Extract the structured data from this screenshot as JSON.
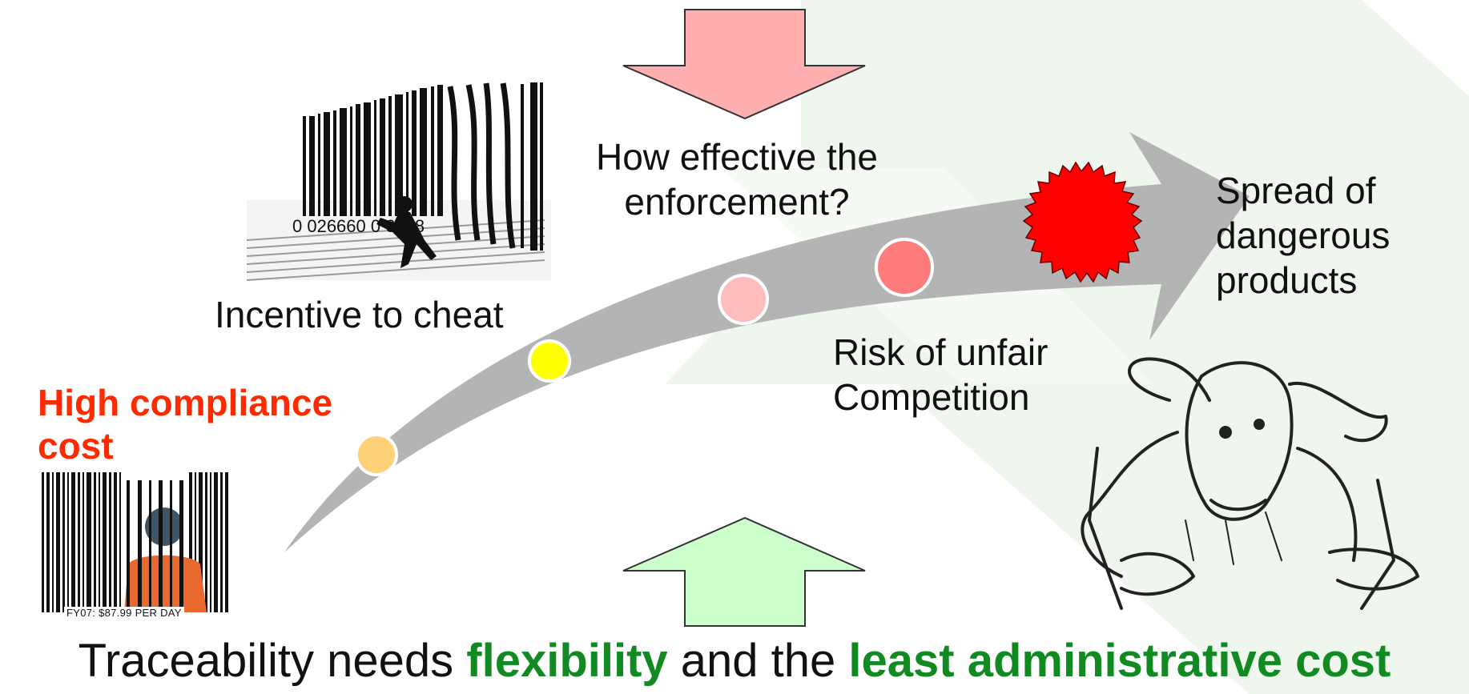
{
  "diagram": {
    "top_arrow_question": [
      "How effective the",
      "enforcement?"
    ],
    "label_incentive": "Incentive to cheat",
    "label_high_cost": [
      "High compliance",
      "cost"
    ],
    "label_risk": [
      "Risk of unfair",
      "Competition"
    ],
    "label_spread": [
      "Spread of",
      "dangerous",
      "products"
    ],
    "barcode_top_digits": "0 026660 0 6668",
    "barcode_prison_caption": "FY07: $87.99 PER DAY",
    "tagline": {
      "part1": "Traceability needs ",
      "highlight1": "flexibility",
      "part2": " and the ",
      "highlight2": "least administrative cost"
    },
    "colors": {
      "top_arrow": "#ffafaf",
      "bottom_arrow": "#ccffcc",
      "curve_arrow": "#b4b4b4",
      "dot1": "#ffd27a",
      "dot2": "#ffff00",
      "dot3": "#ffbcbc",
      "dot4": "#ff7c7c",
      "starburst": "#ff0000",
      "highlight_text": "#118a22",
      "warning_text": "#ff2a00"
    }
  }
}
